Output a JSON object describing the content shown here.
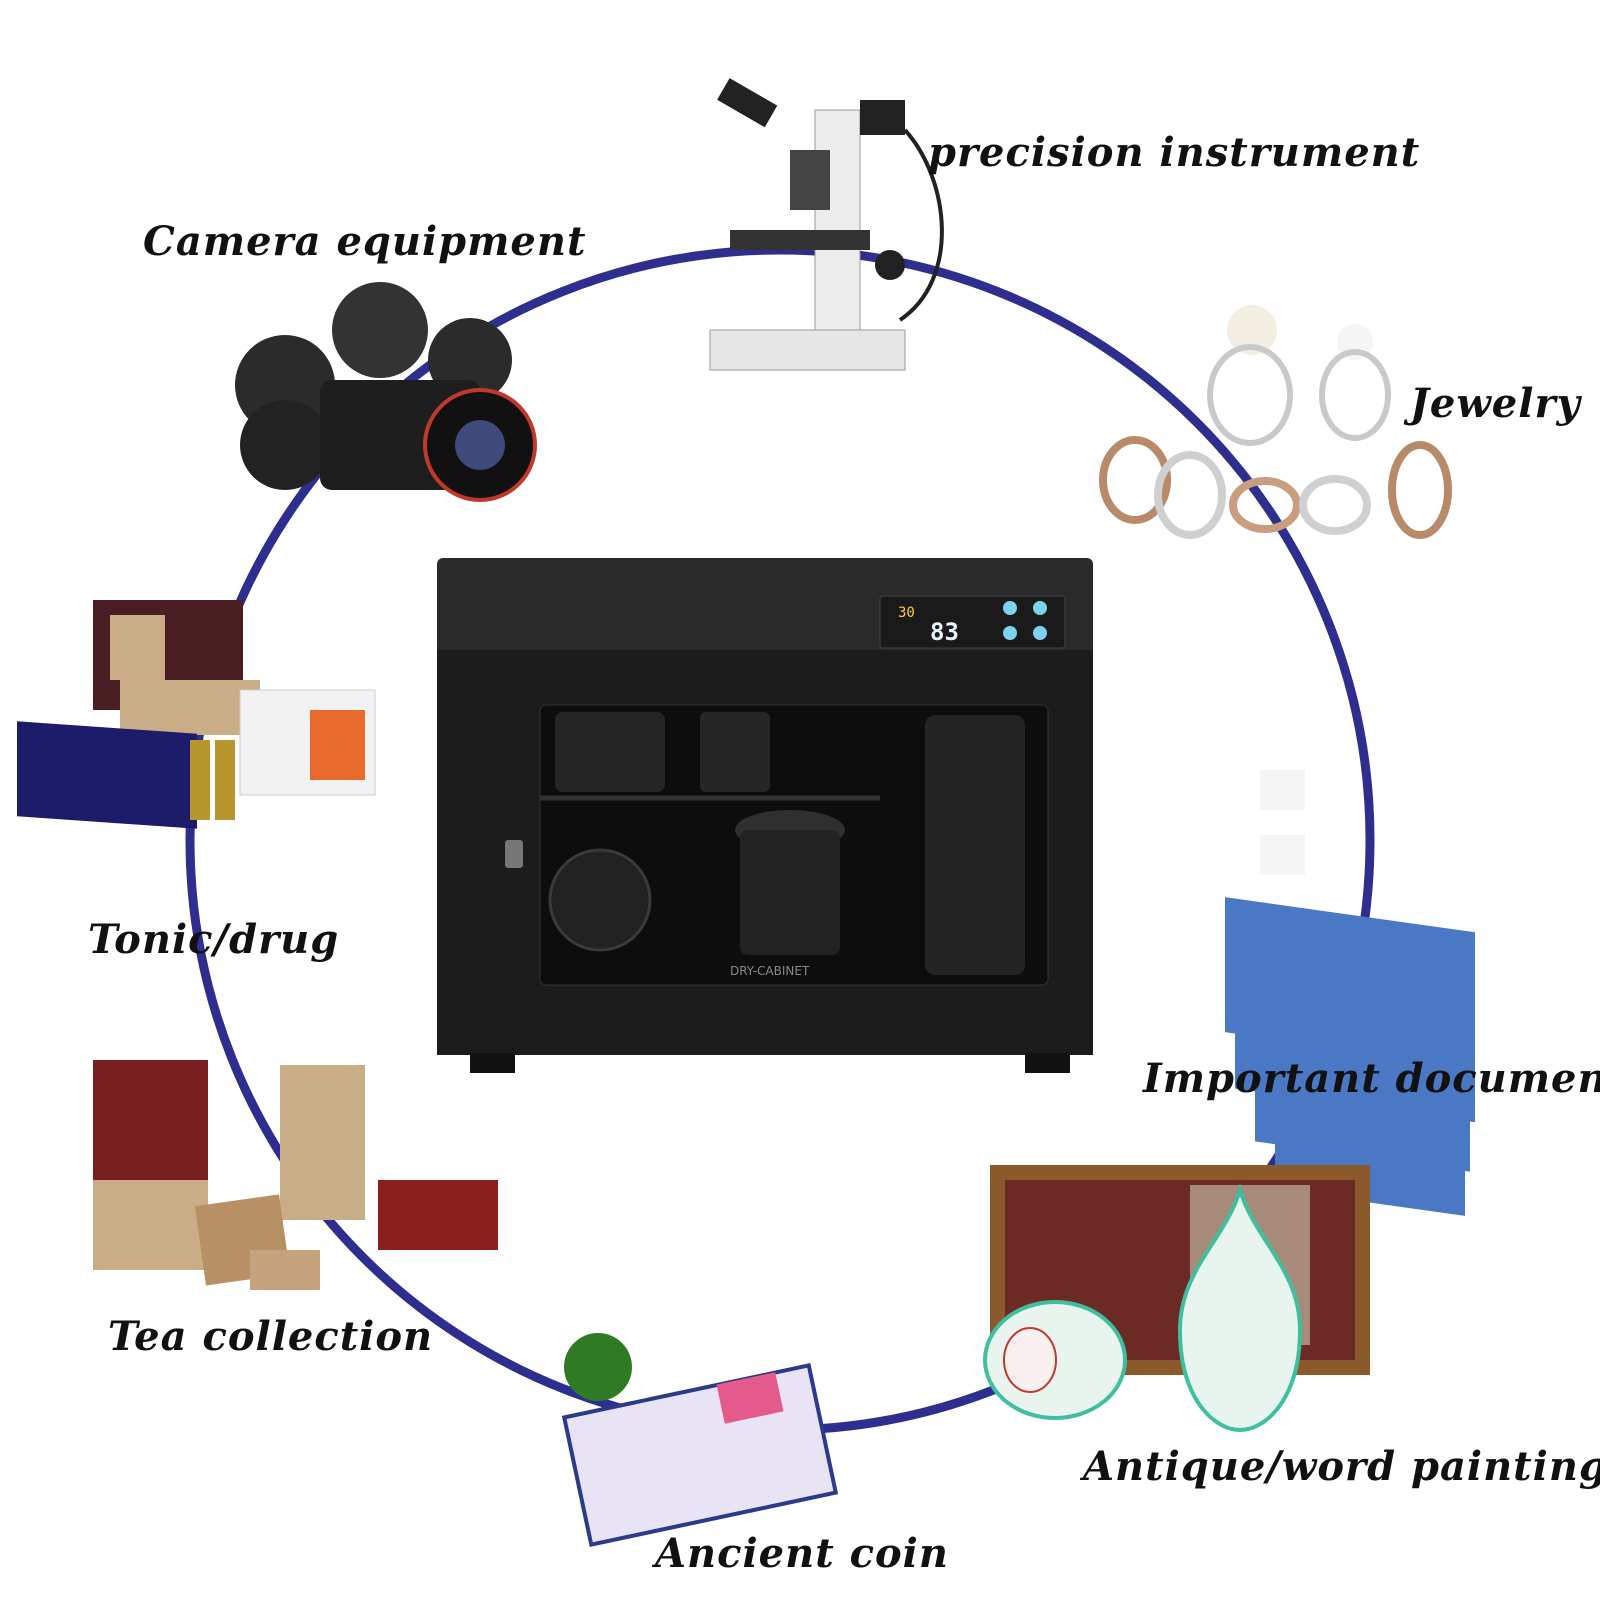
{
  "colors": {
    "ring": "#2e2e8f",
    "cabinet_body": "#1c1c1c",
    "cabinet_top": "#2a2a2a",
    "glass": "#0d0d0d",
    "display_bg": "#1a1a1a",
    "display_digits": "#e8f4ff",
    "button": "#7fd1f0"
  },
  "cabinet": {
    "display_left": "30",
    "display_main": "83",
    "brand": "DRY-CABINET"
  },
  "items": [
    {
      "label": "precision instrument",
      "icon": "microscope-icon"
    },
    {
      "label": "Jewelry",
      "icon": "rings-icon"
    },
    {
      "label": "Important document",
      "icon": "binders-icon"
    },
    {
      "label": "Antique/word painting",
      "icon": "vase-painting-icon"
    },
    {
      "label": "Ancient coin",
      "icon": "stamp-album-icon"
    },
    {
      "label": "Tea collection",
      "icon": "tea-boxes-icon"
    },
    {
      "label": "Tonic/drug",
      "icon": "medicine-boxes-icon"
    },
    {
      "label": "Camera equipment",
      "icon": "camera-icon"
    }
  ]
}
